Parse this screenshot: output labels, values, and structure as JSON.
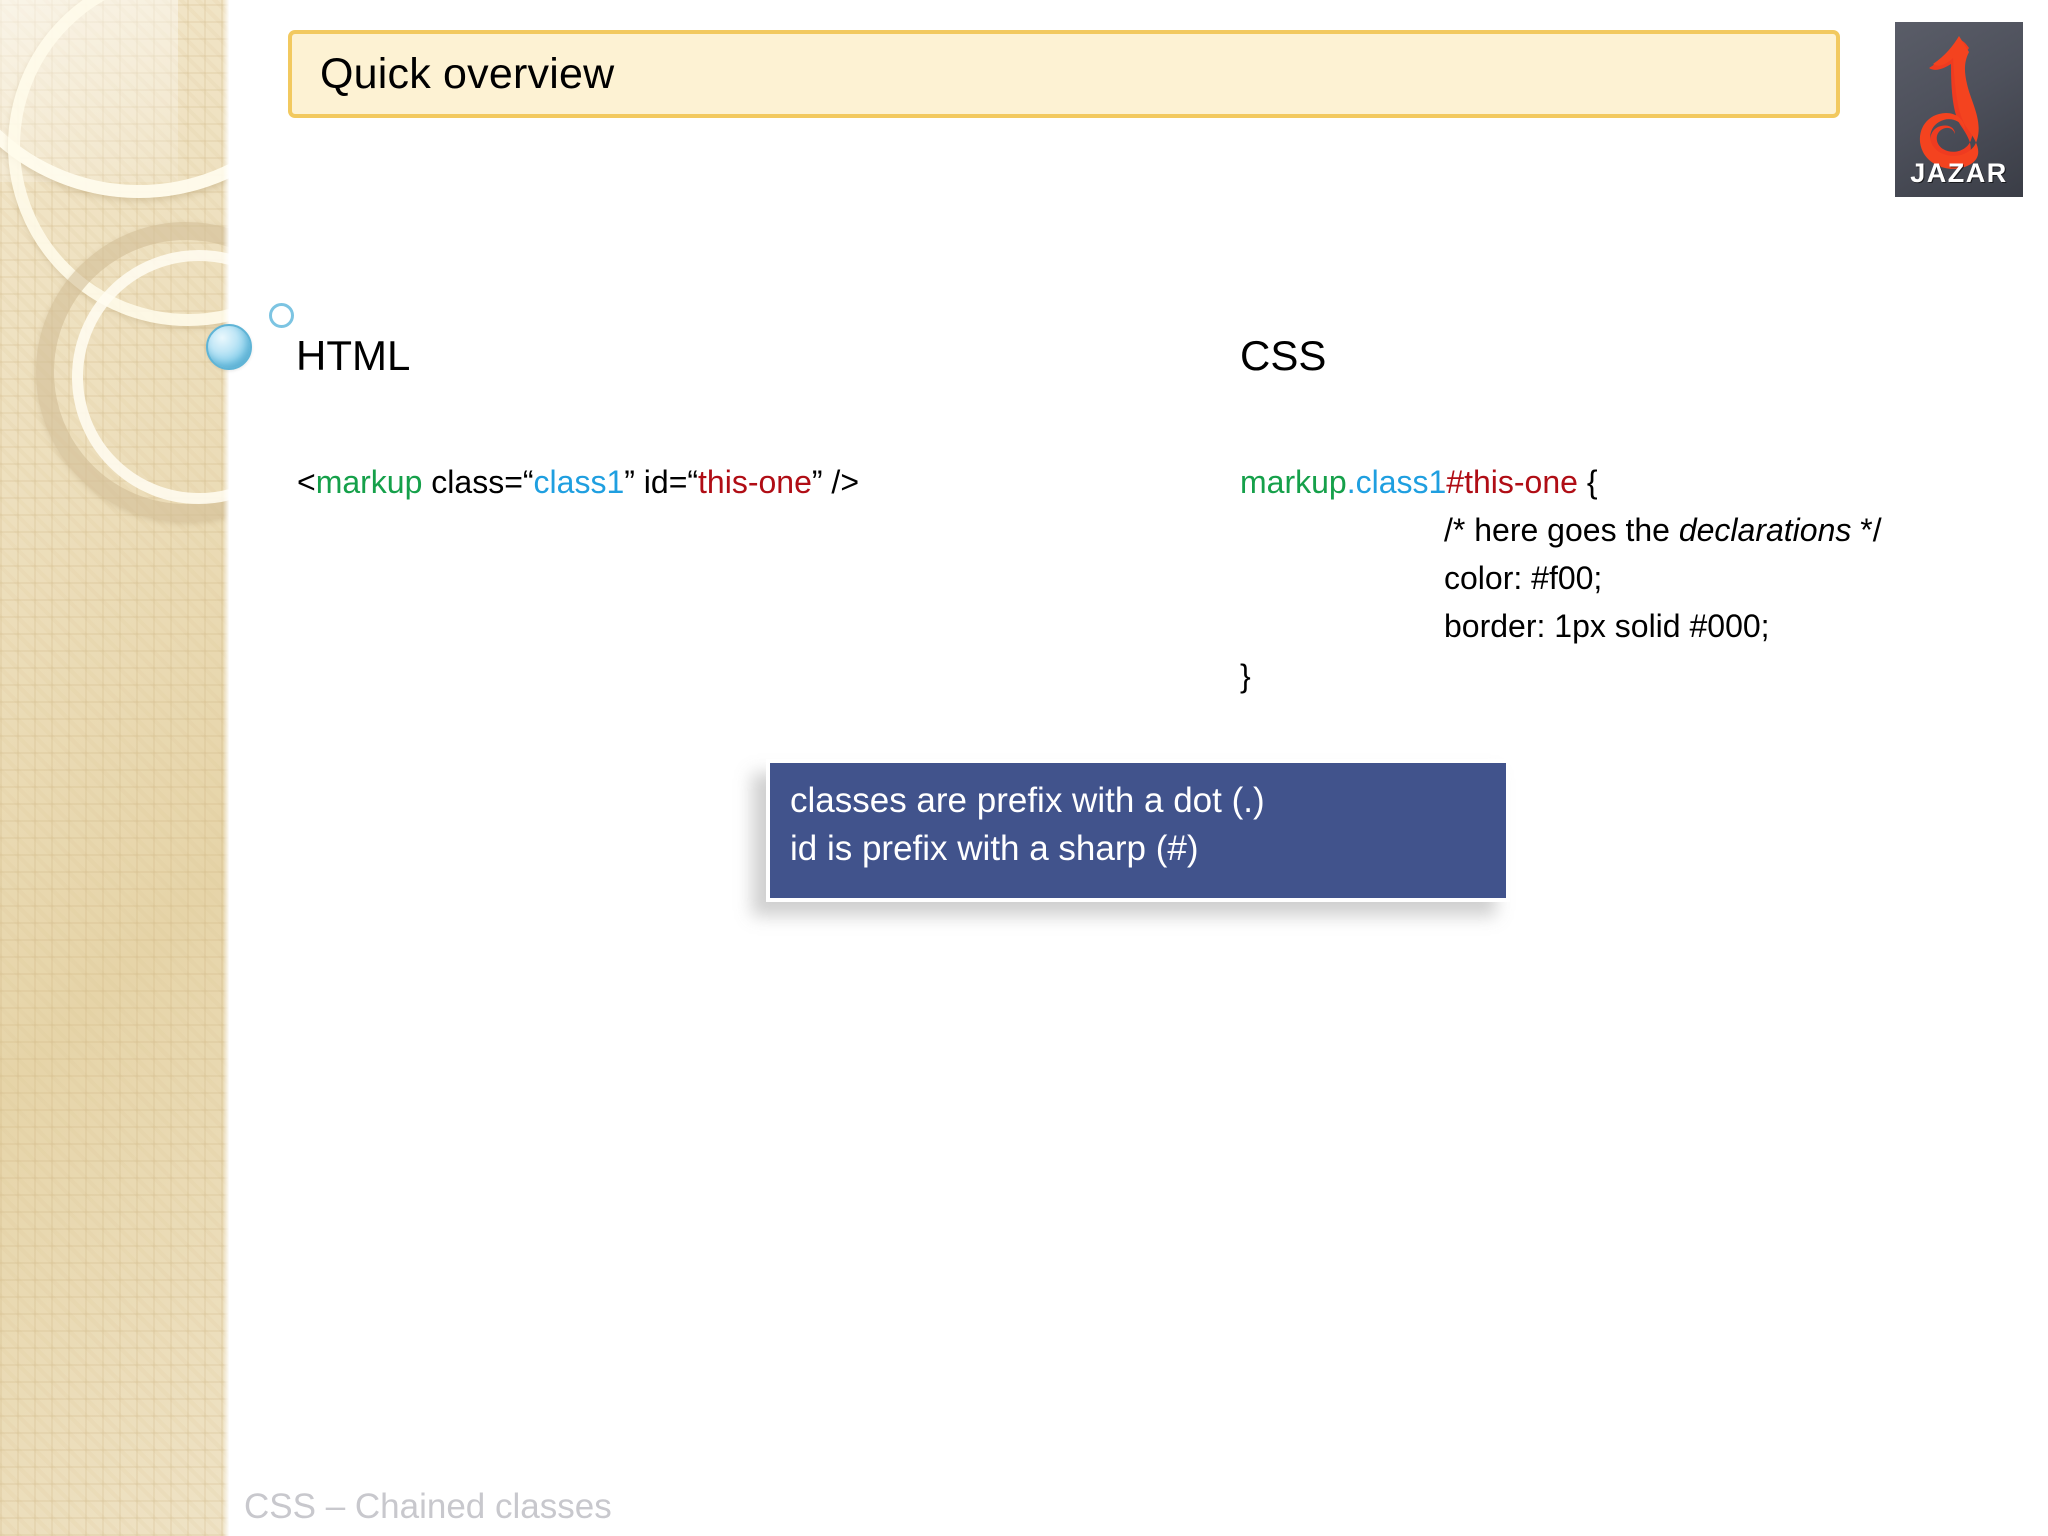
{
  "slide": {
    "title": "Quick overview",
    "footer": "CSS – Chained classes"
  },
  "logo": {
    "wordmark": "JAZAR",
    "background_color": "#4e515c",
    "glyph_color": "#ef3b20"
  },
  "columns": {
    "html": {
      "heading": "HTML",
      "code": {
        "open_bracket": "<",
        "tag_name": "markup",
        "attr_class": " class=“",
        "class_value": "class1",
        "quote_close_1": "”",
        "attr_id": " id=“",
        "id_value": "this-one",
        "quote_close_2": "”",
        "self_close": " />"
      }
    },
    "css": {
      "heading": "CSS",
      "selector": {
        "element": "markup",
        "class": ".class1",
        "id": "#this-one",
        "brace_open": " {"
      },
      "declarations": {
        "comment_before": "/* here goes the ",
        "comment_italic": "declarations",
        "comment_after": " */",
        "color": "color: #f00;",
        "border": "border: 1px solid #000;"
      },
      "brace_close": "}"
    }
  },
  "callout": {
    "line1": "classes are prefix with a dot (.)",
    "line2": "id is prefix with a sharp (#)",
    "background_color": "#41538c",
    "text_color": "#ffffff"
  },
  "syntax_colors": {
    "tag": "#15a04a",
    "class": "#1f9fe0",
    "id": "#b00d15",
    "plain": "#000000"
  },
  "theme": {
    "title_fill": "#fdf2d3",
    "title_border": "#f2c95f",
    "sidebar_beige": "#e6d4a8",
    "footer_gray": "#c8c8cd"
  }
}
